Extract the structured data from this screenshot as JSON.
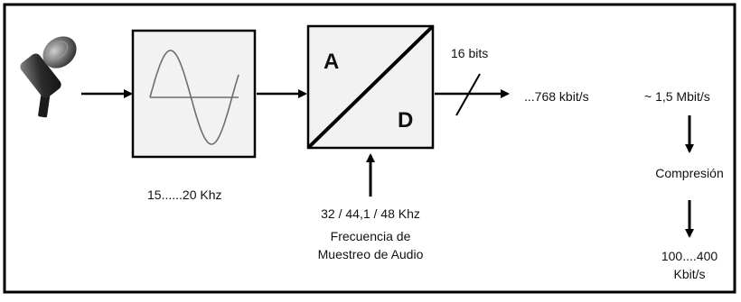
{
  "diagram": {
    "labels": {
      "bit_depth": "16 bits",
      "bitrate_mono": "...768 kbit/s",
      "bitrate_stereo": "~ 1,5 Mbit/s",
      "analog_band": "15......20 Khz",
      "sample_rates": "32 / 44,1 / 48 Khz",
      "sampling_caption_line1": "Frecuencia de",
      "sampling_caption_line2": "Muestreo de Audio",
      "compression": "Compresión",
      "compressed_rate_line1": "100....400",
      "compressed_rate_line2": "Kbit/s"
    },
    "converter": {
      "letter_analog": "A",
      "letter_digital": "D"
    },
    "icons": {
      "source": "microphone-icon",
      "waveform": "sine-wave-icon"
    },
    "colors": {
      "stroke": "#000000",
      "background": "#ffffff",
      "box_fill": "#f2f2f2",
      "wave": "#6e6e6e"
    }
  }
}
